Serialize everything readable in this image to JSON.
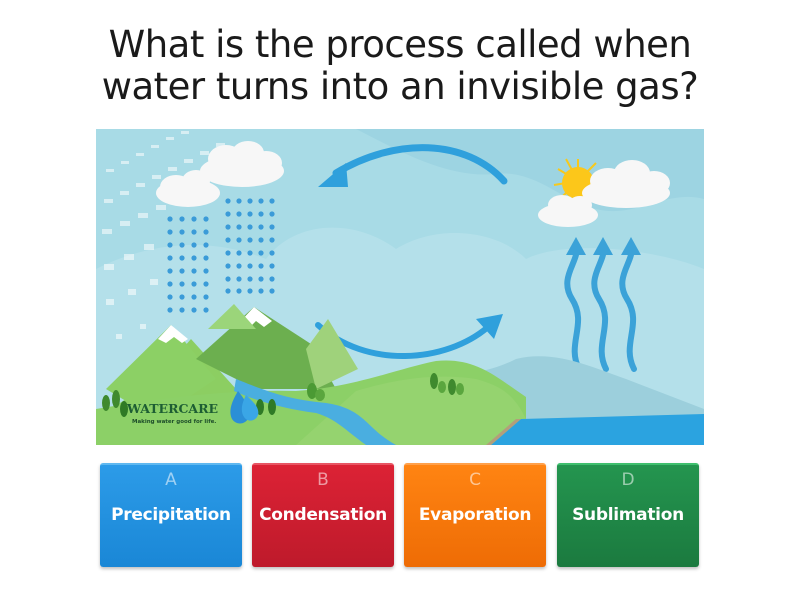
{
  "question": {
    "line1": "What is the process called when",
    "line2": "water turns into an invisible gas?"
  },
  "illustration": {
    "description": "Water cycle diagram: clouds with rain, mountains, river, sea, sun with clouds, rising evaporation arrows",
    "logo_text": "WATERCARE",
    "logo_tagline": "Making water good for life."
  },
  "answers": [
    {
      "letter": "A",
      "label": "Precipitation",
      "color": "#2196e6"
    },
    {
      "letter": "B",
      "label": "Condensation",
      "color": "#d21f31"
    },
    {
      "letter": "C",
      "label": "Evaporation",
      "color": "#fb7a0c"
    },
    {
      "letter": "D",
      "label": "Sublimation",
      "color": "#208a48"
    }
  ]
}
